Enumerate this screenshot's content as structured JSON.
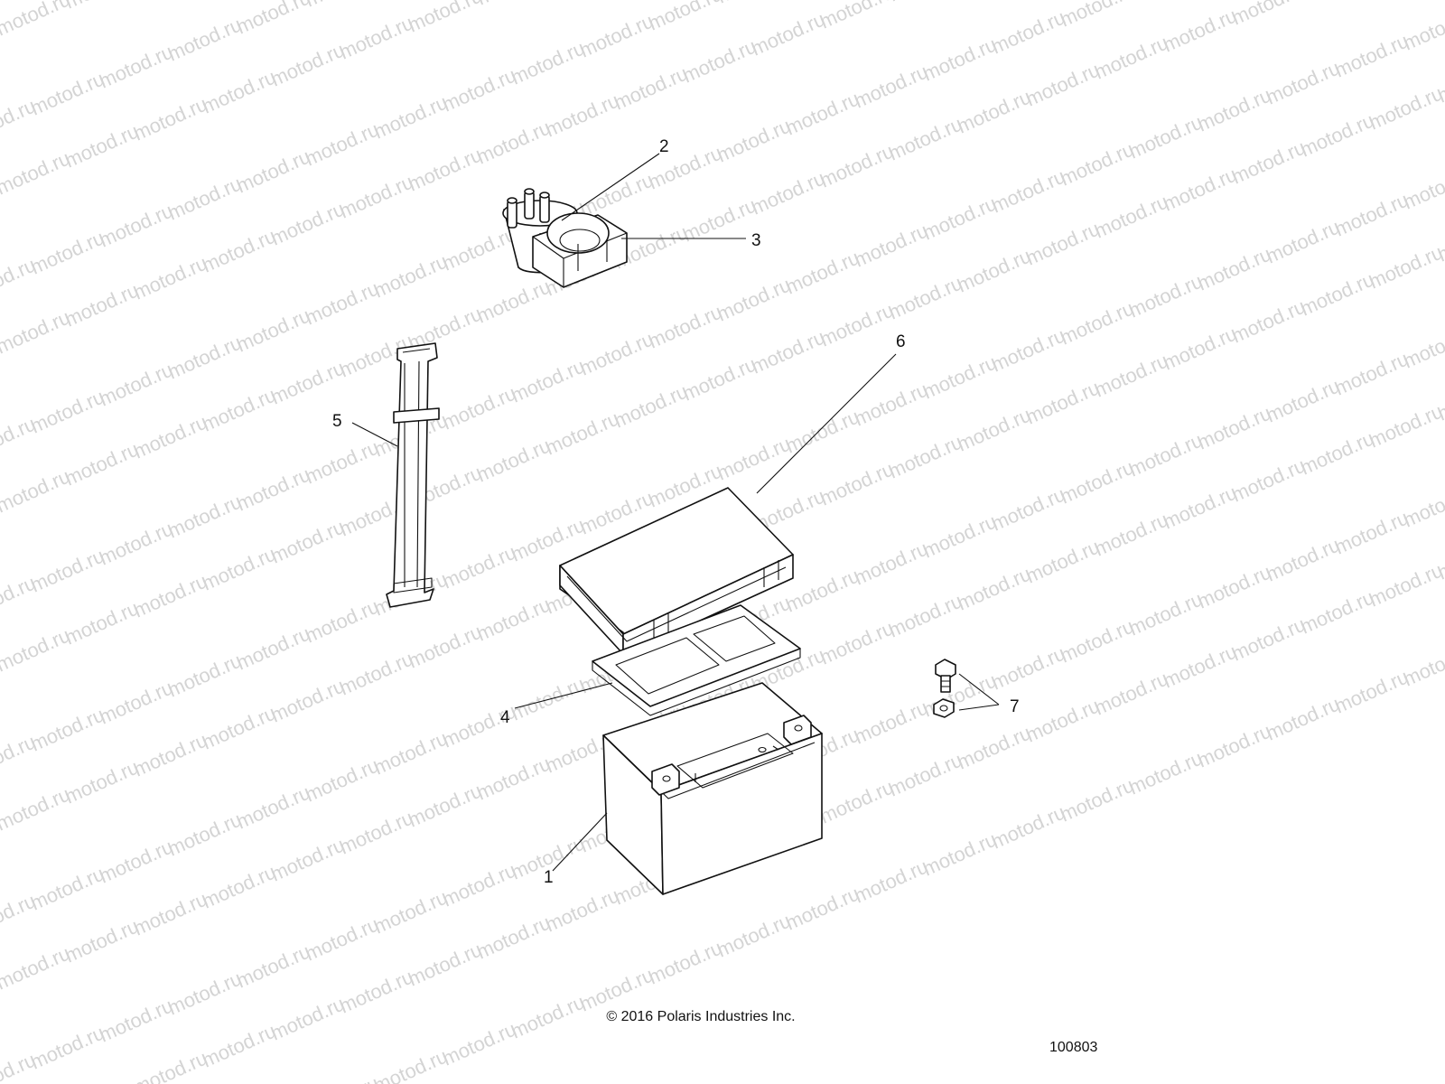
{
  "watermark": "motod.ru",
  "callouts": [
    "1",
    "2",
    "3",
    "4",
    "5",
    "6",
    "7"
  ],
  "copyright": "© 2016 Polaris Industries Inc.",
  "figure_number": "100803"
}
